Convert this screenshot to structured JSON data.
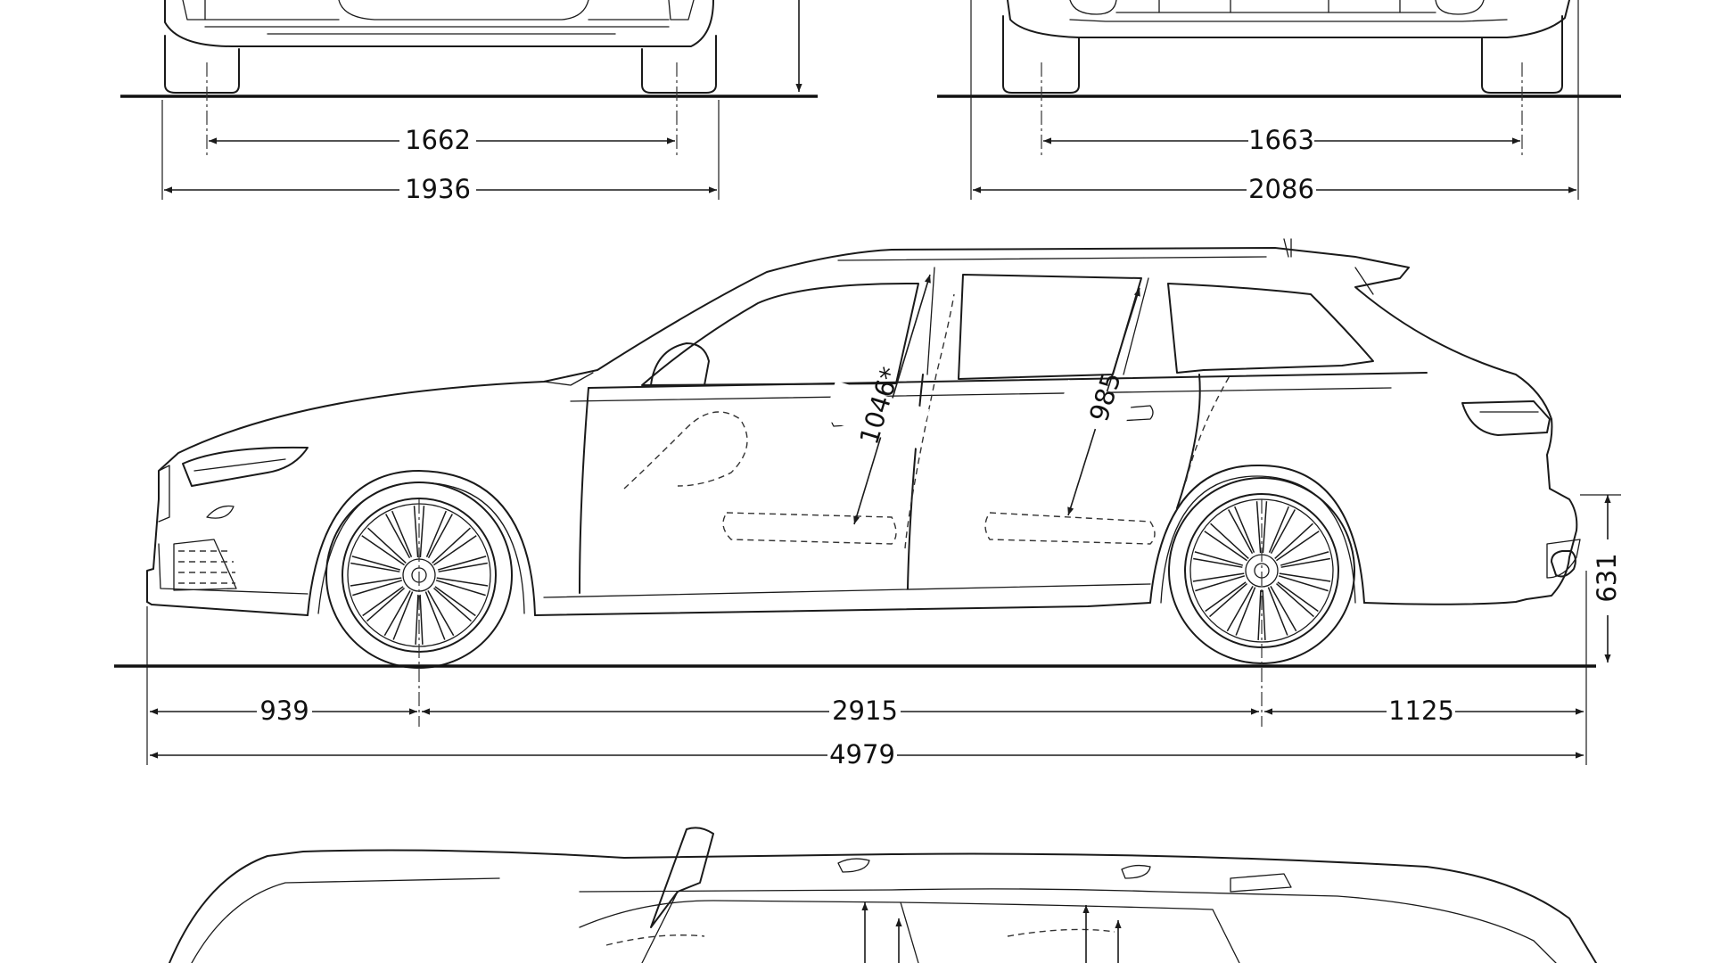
{
  "dimensions": {
    "front_track": "1662",
    "front_width": "1936",
    "rear_track": "1663",
    "rear_width_mirrors": "2086",
    "front_headroom": "1046*",
    "rear_headroom": "985",
    "rear_height": "631",
    "front_overhang": "939",
    "wheelbase": "2915",
    "rear_overhang": "1125",
    "overall_length": "4979"
  },
  "icons": {
    "wheel": "wheel-icon",
    "dimension_arrow": "dimension-arrow-icon"
  },
  "colors": {
    "line": "#1a1a1a",
    "background": "#ffffff"
  }
}
